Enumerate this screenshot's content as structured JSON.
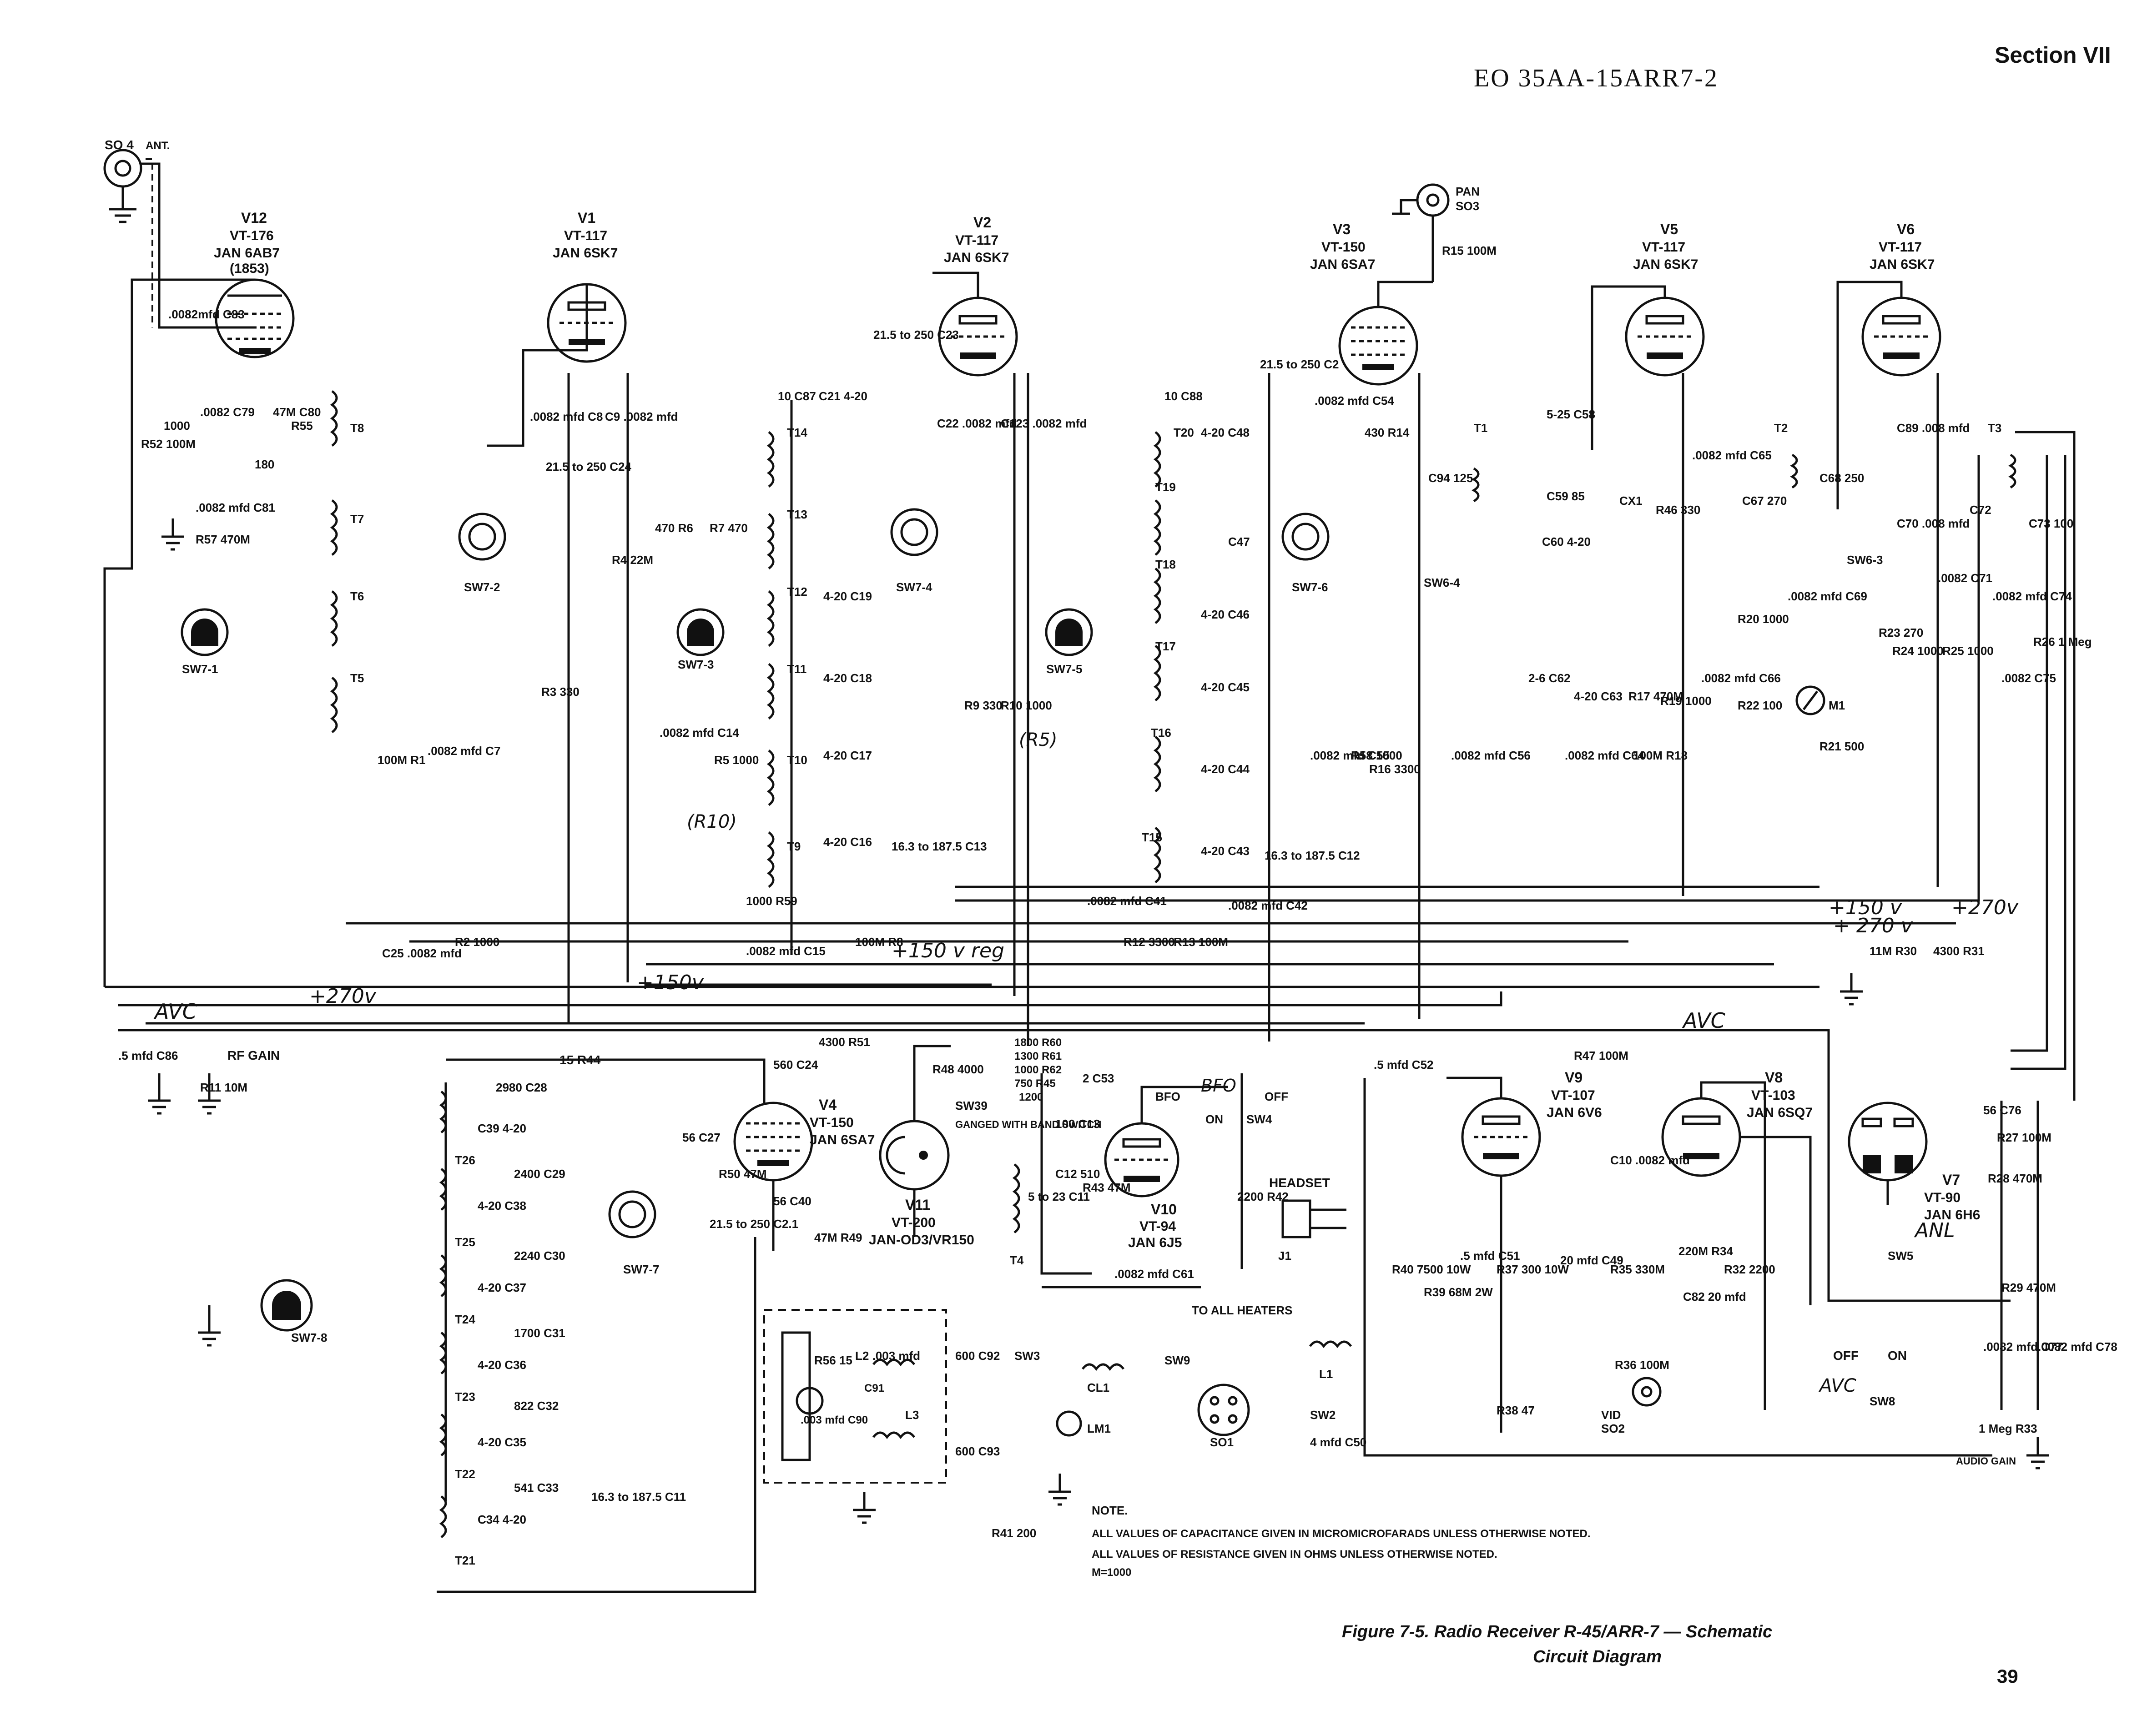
{
  "header": {
    "section": "Section VII",
    "doc_number": "EO 35AA-15ARR7-2",
    "page_number": "39"
  },
  "caption": {
    "line1": "Figure 7-5.  Radio Receiver R-45/ARR-7 — Schematic",
    "line2": "Circuit Diagram"
  },
  "notes": {
    "title": "NOTE.",
    "lines": [
      "ALL VALUES OF CAPACITANCE GIVEN IN MICROMICROFARADS UNLESS OTHERWISE NOTED.",
      "ALL VALUES OF RESISTANCE GIVEN IN OHMS UNLESS OTHERWISE NOTED.",
      "M=1000"
    ]
  },
  "tubes": [
    {
      "ref": "V12",
      "type": "VT-176",
      "jan": "JAN 6AB7",
      "alt": "(1853)"
    },
    {
      "ref": "V1",
      "type": "VT-117",
      "jan": "JAN 6SK7"
    },
    {
      "ref": "V2",
      "type": "VT-117",
      "jan": "JAN 6SK7"
    },
    {
      "ref": "V3",
      "type": "VT-150",
      "jan": "JAN 6SA7"
    },
    {
      "ref": "V5",
      "type": "VT-117",
      "jan": "JAN 6SK7"
    },
    {
      "ref": "V6",
      "type": "VT-117",
      "jan": "JAN 6SK7"
    },
    {
      "ref": "V4",
      "type": "VT-150",
      "jan": "JAN 6SA7"
    },
    {
      "ref": "V11",
      "type": "VT-200",
      "jan": "JAN-OD3/VR150"
    },
    {
      "ref": "V10",
      "type": "VT-94",
      "jan": "JAN 6J5"
    },
    {
      "ref": "V9",
      "type": "VT-107",
      "jan": "JAN 6V6"
    },
    {
      "ref": "V8",
      "type": "VT-103",
      "jan": "JAN 6SQ7"
    },
    {
      "ref": "V7",
      "type": "VT-90",
      "jan": "JAN 6H6"
    }
  ],
  "connectors": {
    "so4": "SO 4",
    "ant": "ANT.",
    "pan": "PAN",
    "so3": "SO3",
    "headset": "HEADSET",
    "j1": "J1",
    "vid": "VID",
    "so2": "SO2",
    "so1": "SO1",
    "to_all_heaters": "TO ALL HEATERS"
  },
  "components": {
    "c83": ".0082mfd C83",
    "r52": "R52 100M",
    "r57": "R57 470M",
    "r53": "1000",
    "c79": ".0082 C79",
    "c80": "47M C80",
    "r55": "R55",
    "r180": "180",
    "c81": ".0082 mfd C81",
    "c8": ".0082 mfd C8",
    "c9": "C9 .0082 mfd",
    "c24": "21.5 to 250 C24",
    "r4": "R4 22M",
    "r3": "R3 330",
    "r1": "100M R1",
    "c7": ".0082 mfd C7",
    "c25": "C25 .0082 mfd",
    "r2": "R2 1000",
    "c87": "10 C87",
    "c21": "C21 4-20",
    "c23": "21.5 to 250 C23",
    "c22": "C22 .0082 mfd",
    "c123": "C123 .0082 mfd",
    "r6": "470 R6",
    "r7": "R7 470",
    "c14": ".0082 mfd C14",
    "r5": "R5 1000",
    "r10_note": "(R10)",
    "r59": "1000 R59",
    "c15": ".0082 mfd C15",
    "r8": "100M R8",
    "c19": "4-20 C19",
    "c18": "4-20 C18",
    "c17": "4-20 C17",
    "c16": "4-20 C16",
    "c13": "16.3 to 187.5 C13",
    "r9": "R9 330",
    "r10": "R10 1000",
    "r5_note": "(R5)",
    "c88": "10 C88",
    "c48": "4-20 C48",
    "c47": "C47",
    "c46": "4-20 C46",
    "c45": "4-20 C45",
    "c44": "4-20 C44",
    "c43": "4-20 C43",
    "c12": "16.3 to 187.5 C12",
    "c41": ".0082 mfd C41",
    "r12": "R12 3300",
    "r13": "R13 100M",
    "c42": ".0082 mfd C42",
    "r15": "R15 100M",
    "c2": "21.5 to 250 C2",
    "c54": ".0082 mfd C54",
    "r14": "430 R14",
    "c94": "C94 125",
    "c58": "5-25 C58",
    "c59": "C59 85",
    "cx1": "CX1",
    "c60": "C60 4-20",
    "c62": "2-6 C62",
    "c63": "4-20 C63",
    "r17": "R17 470M",
    "c55": ".0082 mfd C55",
    "r58": "R58 1000",
    "r16": "R16 3300",
    "c56": ".0082 mfd C56",
    "c64": ".0082 mfd C64",
    "r18": "100M R18",
    "c65": ".0082 mfd C65",
    "r46": "R46 330",
    "r19": "R19 1000",
    "c66": ".0082 mfd C66",
    "r20": "R20 1000",
    "c69": ".0082 mfd C69",
    "r22": "R22 100",
    "c67": "C67 270",
    "c68": "C68 250",
    "c89": "C89 .008 mfd",
    "c70": "C70 .008 mfd",
    "c72": "C72",
    "c73": "C73 100",
    "r23": "R23 270",
    "r24": "R24 1000",
    "c71": ".0082 C71",
    "r25": "R25 1000",
    "c74": ".0082 mfd C74",
    "r26": "R26 1 Meg",
    "c75": ".0082 C75",
    "m1": "M1",
    "r21": "R21 500",
    "r30": "11M R30",
    "r31": "4300 R31",
    "c86": ".5 mfd C86",
    "r11": "R11 10M",
    "r44": "15 R44",
    "c28": "2980 C28",
    "c39": "C39 4-20",
    "c29": "2400 C29",
    "c38": "4-20 C38",
    "c30": "2240 C30",
    "c37": "4-20 C37",
    "c31": "1700 C31",
    "c36": "4-20 C36",
    "c32": "822 C32",
    "c35": "4-20 C35",
    "c33": "541 C33",
    "c34": "C34 4-20",
    "c11": "16.3 to 187.5 C11",
    "r51": "4300 R51",
    "c24b": "560 C24",
    "c27": "56 C27",
    "r50": "R50 47M",
    "c40": "56 C40",
    "r49": "47M R49",
    "c21b": "21.5 to 250 C2.1",
    "r48": "R48 4000",
    "r60": "1800 R60",
    "r61": "1300 R61",
    "r62": "1000 R62",
    "r45": "750 R45",
    "r63": "1200",
    "c53": "2 C53",
    "c13b": "100 C13",
    "c12b": "C12 510",
    "r43": "R43 47M",
    "c11b": "5 to 23 C11",
    "c61": ".0082 mfd C61",
    "r42": "2200 R42",
    "c52": ".5 mfd C52",
    "r47": "R47 100M",
    "c10": "C10 .0082 mfd",
    "r40": "R40 7500 10W",
    "r39": "R39 68M 2W",
    "c51": ".5 mfd C51",
    "r37": "R37 300 10W",
    "c49": "20 mfd C49",
    "r35": "R35 330M",
    "r34": "220M R34",
    "c82": "C82 20 mfd",
    "r32": "R32 2200",
    "r36": "R36 100M",
    "r38": "R38 47",
    "c76": "56 C76",
    "r27": "R27 100M",
    "r28": "R28 470M",
    "r29": "R29 470M",
    "c77": ".0082 mfd C77",
    "c78": ".0082 mfd C78",
    "r33": "1 Meg R33",
    "r56": "R56 15",
    "l2": "L2 .003 mfd",
    "c91": "C91",
    "c90": ".003 mfd C90",
    "l3": "L3",
    "c92": "600 C92",
    "c93": "600 C93",
    "cl1": "CL1",
    "lm1": "LM1",
    "l1": "L1",
    "c50": "4 mfd C50",
    "r41": "R41 200"
  },
  "labels": {
    "avc": "AVC",
    "plus_270v": "+270v",
    "plus_150v": "+150v",
    "plus_150v_reg": "+150 v reg",
    "bus_150": "+150 v",
    "bus_270": "+ 270 v",
    "rf_gain": "RF GAIN",
    "bfo": "BFO",
    "bfo_on": "ON",
    "bfo_off": "OFF",
    "sw4": "SW4",
    "sw39": "SW39",
    "ganged": "GANGED WITH BAND SWITCH",
    "sw3": "SW3",
    "sw9": "SW9",
    "sw2": "SW2",
    "sw5": "SW5",
    "anl": "ANL",
    "off": "OFF",
    "on": "ON",
    "sw8": "SW8",
    "avc_sw": "AVC",
    "audio_gain": "AUDIO GAIN",
    "sw71": "SW7-1",
    "sw72": "SW7-2",
    "sw73": "SW7-3",
    "sw74": "SW7-4",
    "sw75": "SW7-5",
    "sw76": "SW7-6",
    "sw77": "SW7-7",
    "sw78": "SW7-8",
    "sw64": "SW6-4",
    "sw63": "SW6-3",
    "t1": "T1",
    "t2": "T2",
    "t3": "T3",
    "t4": "T4",
    "t5": "T5",
    "t6": "T6",
    "t7": "T7",
    "t8": "T8",
    "t9": "T9",
    "t10": "T10",
    "t11": "T11",
    "t12": "T12",
    "t13": "T13",
    "t14": "T14",
    "t15": "T15",
    "t16": "T16",
    "t17": "T17",
    "t18": "T18",
    "t19": "T19",
    "t20": "T20",
    "t21": "T21",
    "t22": "T22",
    "t23": "T23",
    "t24": "T24",
    "t25": "T25",
    "t26": "T26"
  }
}
